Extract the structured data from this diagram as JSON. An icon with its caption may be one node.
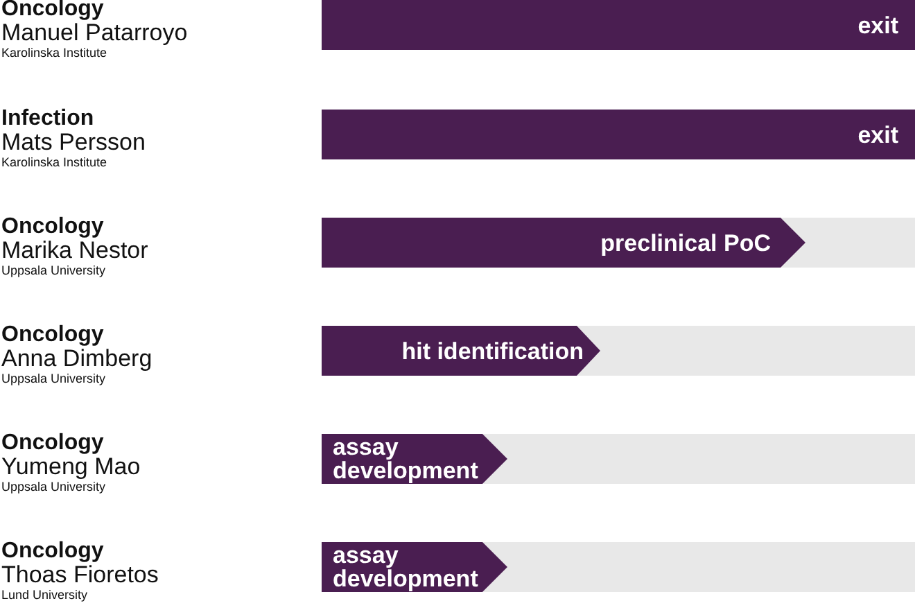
{
  "diagram": {
    "nodes": [
      {
        "text": [
          "exit"
        ],
        "beside": [
          "Oncology",
          "Manuel Patarroyo",
          "Karolinska Institute"
        ]
      },
      {
        "text": [
          "exit"
        ],
        "beside": [
          "Infection",
          "Mats Persson",
          "Karolinska Institute"
        ]
      },
      {
        "text": [
          "preclinical PoC"
        ],
        "beside": [
          "Oncology",
          "Marika Nestor",
          "Uppsala University"
        ]
      },
      {
        "text": [
          "hit identification"
        ],
        "beside": [
          "Oncology",
          "Anna Dimberg",
          "Uppsala University"
        ]
      },
      {
        "text": [
          "assay development"
        ],
        "beside": [
          "Oncology",
          "Yumeng Mao",
          "Uppsala University"
        ]
      },
      {
        "text": [
          "assay development"
        ],
        "beside": [
          "Oncology",
          "Thoas Fioretos",
          "Lund University"
        ]
      }
    ]
  }
}
